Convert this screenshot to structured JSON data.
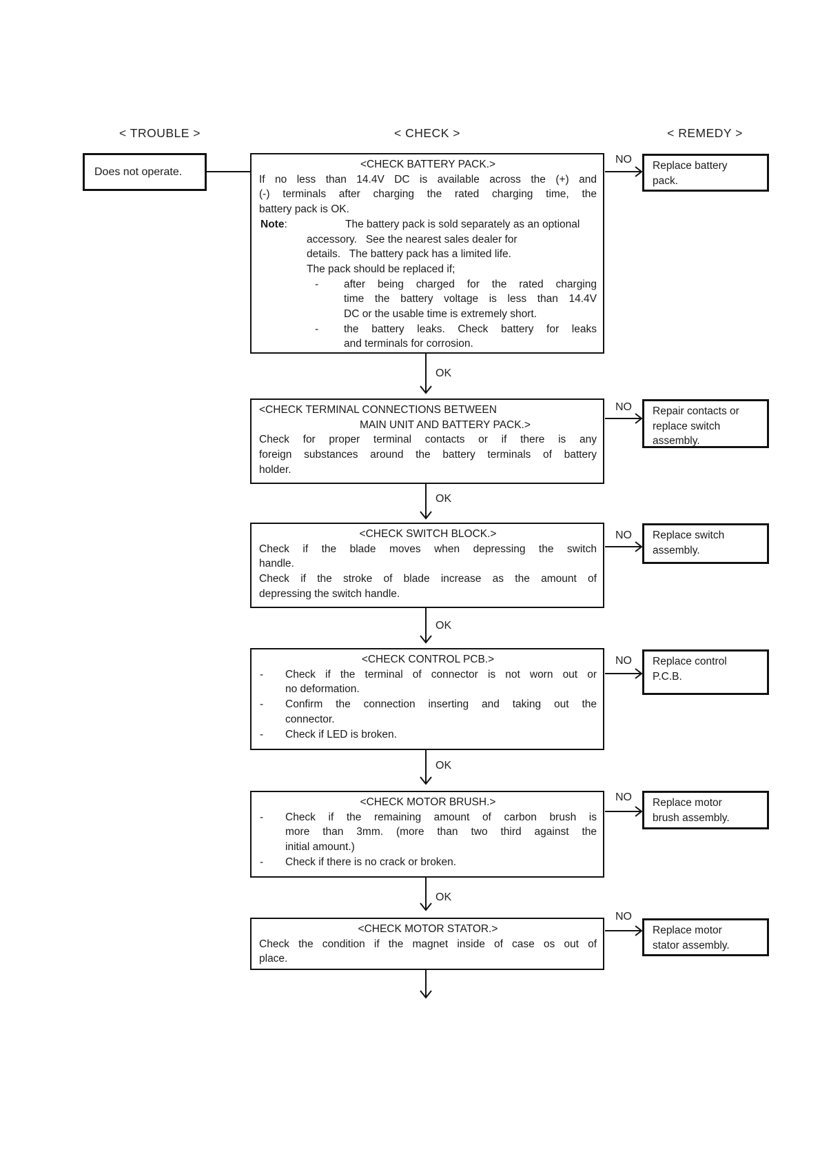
{
  "headers": {
    "trouble": "< TROUBLE >",
    "check": "< CHECK >",
    "remedy": "< REMEDY >"
  },
  "labels": {
    "ok": "OK",
    "no": "NO",
    "dash": "-",
    "colon": ":"
  },
  "trouble": {
    "label": "Does not operate."
  },
  "steps": [
    {
      "title": "<CHECK BATTERY PACK.>",
      "body": [
        "If no less than 14.4V DC is available across the (+) and",
        "(-) terminals after charging the rated charging time, the",
        "battery pack is OK."
      ],
      "note_label": "Note",
      "note_lines": [
        "The battery pack is sold separately as an optional",
        "accessory.   See the nearest sales dealer for",
        "details.   The battery pack has a limited life.",
        "The pack should be replaced if;"
      ],
      "bullets": [
        [
          "after being charged for the rated charging",
          "time the battery voltage is less than 14.4V",
          "DC or the usable time is extremely short."
        ],
        [
          "the battery leaks. Check battery for leaks",
          "and terminals for corrosion."
        ]
      ],
      "remedy": [
        "Replace battery",
        "pack."
      ]
    },
    {
      "title_line1": "<CHECK TERMINAL CONNECTIONS BETWEEN",
      "title_line2": "MAIN UNIT AND BATTERY PACK.>",
      "body": [
        "Check for proper terminal contacts or if there is any",
        "foreign substances around the battery terminals of battery",
        "holder."
      ],
      "remedy": [
        "Repair contacts or",
        "replace switch",
        "assembly."
      ]
    },
    {
      "title": "<CHECK SWITCH BLOCK.>",
      "para1": [
        "Check if the blade moves when depressing the switch",
        "handle."
      ],
      "para2": [
        "Check if the stroke of blade increase as the amount of",
        "depressing the switch handle."
      ],
      "remedy": [
        "Replace switch",
        "assembly."
      ]
    },
    {
      "title": "<CHECK CONTROL PCB.>",
      "bullets": [
        [
          "Check if the terminal of connector is not worn out or",
          "no deformation."
        ],
        [
          "Confirm the connection inserting and taking out the",
          "connector."
        ],
        [
          "Check if LED is broken."
        ]
      ],
      "remedy": [
        "Replace control",
        "P.C.B."
      ]
    },
    {
      "title": "<CHECK MOTOR BRUSH.>",
      "bullets": [
        [
          "Check if the remaining amount of carbon brush is",
          "more than 3mm. (more than two third against the",
          "initial amount.)"
        ],
        [
          "Check if there is no crack or broken."
        ]
      ],
      "remedy": [
        "Replace motor",
        "brush assembly."
      ]
    },
    {
      "title": "<CHECK MOTOR STATOR.>",
      "body": [
        "Check the condition if the magnet inside of case os out of",
        "place."
      ],
      "remedy": [
        "Replace motor",
        "stator assembly."
      ]
    }
  ]
}
